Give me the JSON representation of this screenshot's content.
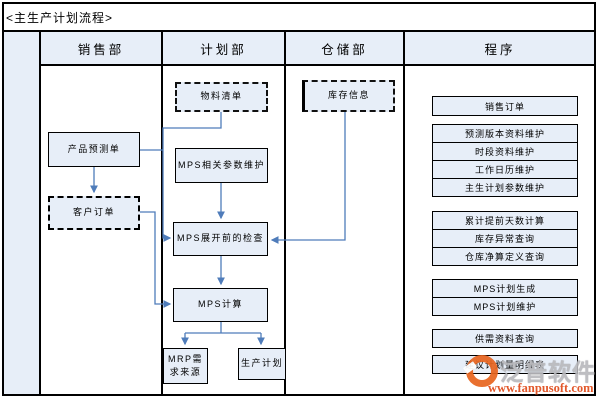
{
  "title": "<主生产计划流程>",
  "lanes": {
    "sales": "销售部",
    "planning": "计划部",
    "warehouse": "仓储部",
    "program": "程序"
  },
  "nodes": {
    "bom": "物料清单",
    "inventory": "库存信息",
    "forecast": "产品预测单",
    "customer_order": "客户订单",
    "mps_params": "MPS相关参数维护",
    "mps_check": "MPS展开前的检查",
    "mps_calc": "MPS计算",
    "mrp_source": "MRP需求来源",
    "prod_plan": "生产计划"
  },
  "programs": {
    "sales_order": "销售订单",
    "forecast_version": "预测版本资料维护",
    "time_bucket": "时段资料维护",
    "work_calendar": "工作日历维护",
    "mps_param_maint": "主生计划参数维护",
    "lead_days": "累计提前天数计算",
    "inv_exception": "库存异常查询",
    "warehouse_net": "仓库净算定义查询",
    "mps_generate": "MPS计划生成",
    "mps_maintain": "MPS计划维护",
    "supply_demand": "供需资料查询",
    "suggest_plan": "建议计划量明细表"
  },
  "watermark": {
    "brand": "泛普软件",
    "url": "www.fanpusoft.com"
  },
  "colors": {
    "lane_fill": "#e7eef8",
    "node_fill": "#e7eef8",
    "grid_border": "#000000",
    "connector_blue": "#4f7cba",
    "watermark_orange": "#e8641e",
    "watermark_url_red": "#e04a1a",
    "watermark_gray": "#b9b9bd"
  }
}
